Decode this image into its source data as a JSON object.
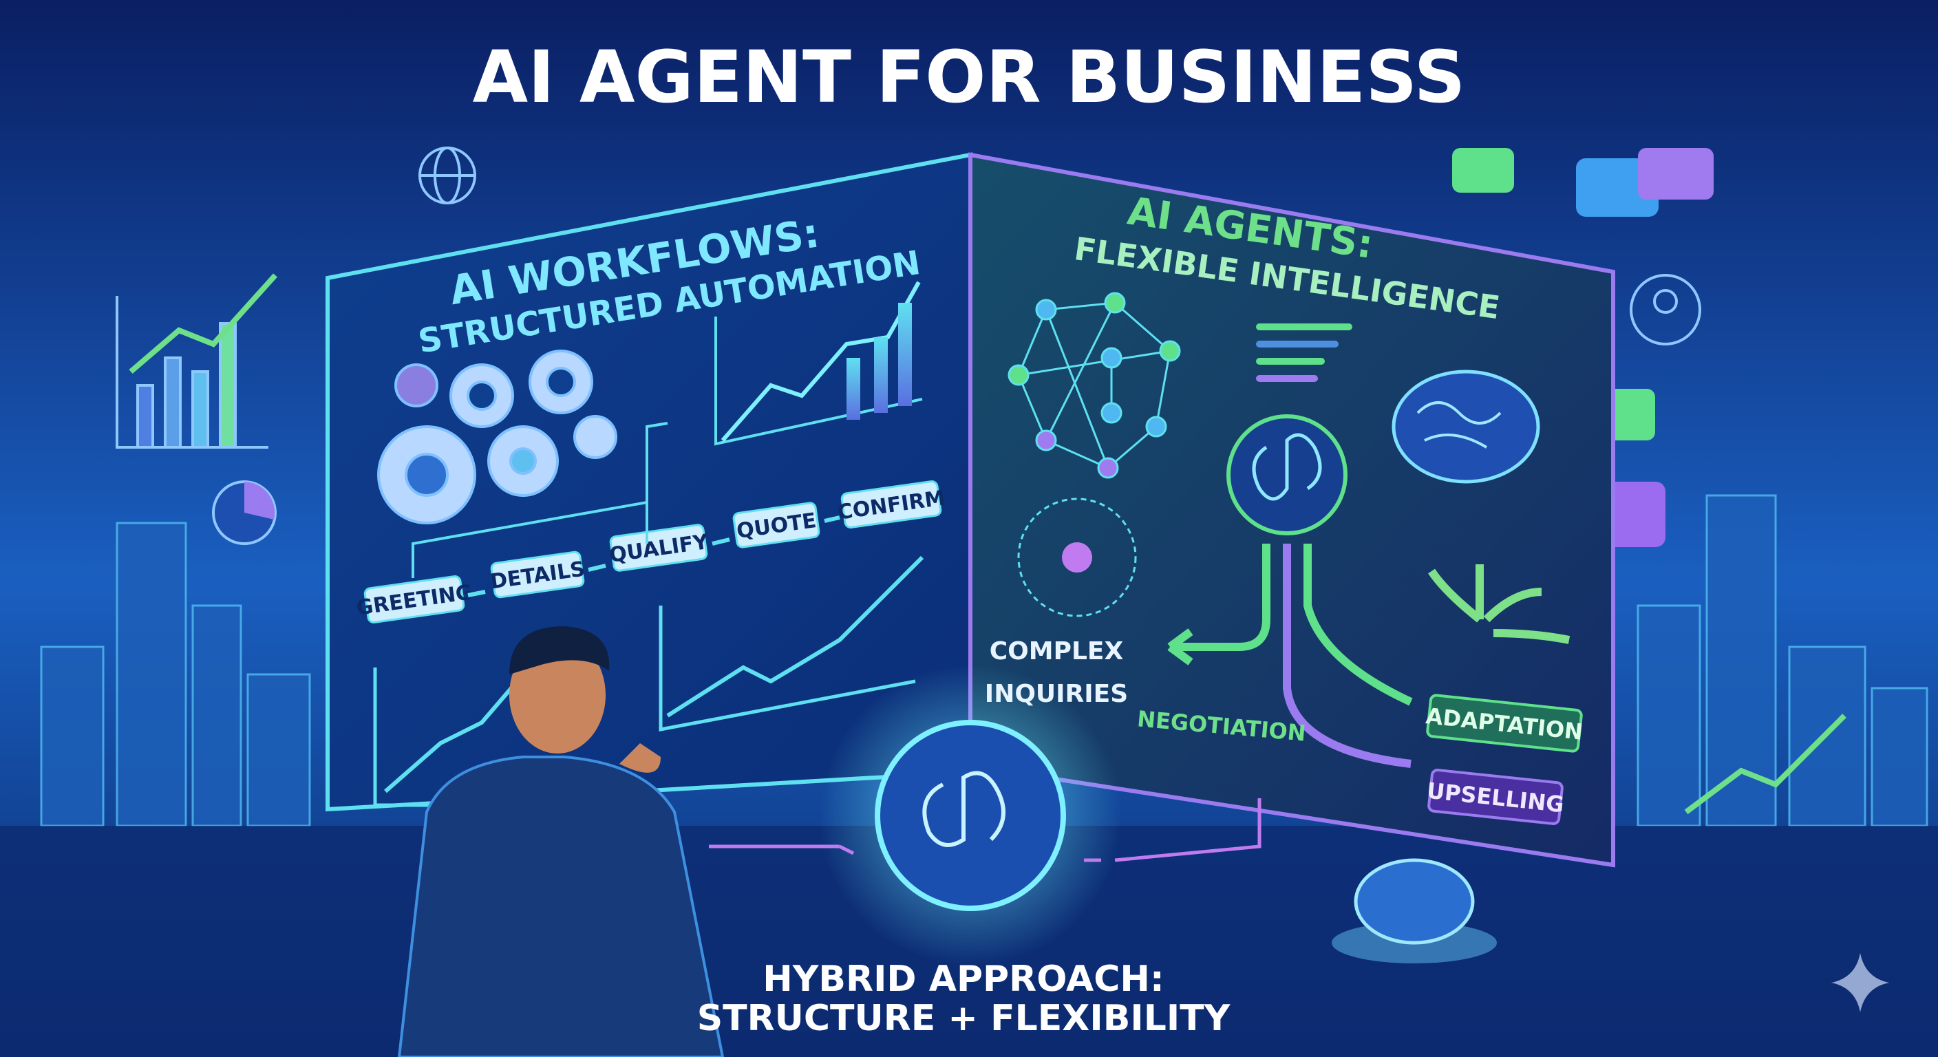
{
  "title": "AI AGENT FOR BUSINESS",
  "left_panel": {
    "title_line1": "AI WORKFLOWS:",
    "title_line2": "STRUCTURED AUTOMATION",
    "steps": [
      "GREETING",
      "DETAILS",
      "QUALIFY",
      "QUOTE",
      "CONFIRM"
    ],
    "icons": [
      "gears-icon",
      "bar-chart-icon",
      "trend-arrow-icon"
    ]
  },
  "right_panel": {
    "title_line1": "AI AGENTS:",
    "title_line2": "FLEXIBLE INTELLIGENCE",
    "label_complex_1": "COMPLEX",
    "label_complex_2": "INQUIRIES",
    "label_negotiation": "NEGOTIATION",
    "tag_adaptation": "ADAPTATION",
    "tag_upselling": "UPSELLING",
    "icons": [
      "neural-network-icon",
      "brain-icon",
      "branching-arrows-icon"
    ]
  },
  "footer": {
    "line1": "HYBRID APPROACH:",
    "line2": "STRUCTURE + FLEXIBILITY"
  },
  "colors": {
    "background": "#0b2a78",
    "cyan": "#5fe0f0",
    "green": "#5fe08a",
    "purple": "#9b7bf0",
    "title": "#ffffff"
  }
}
